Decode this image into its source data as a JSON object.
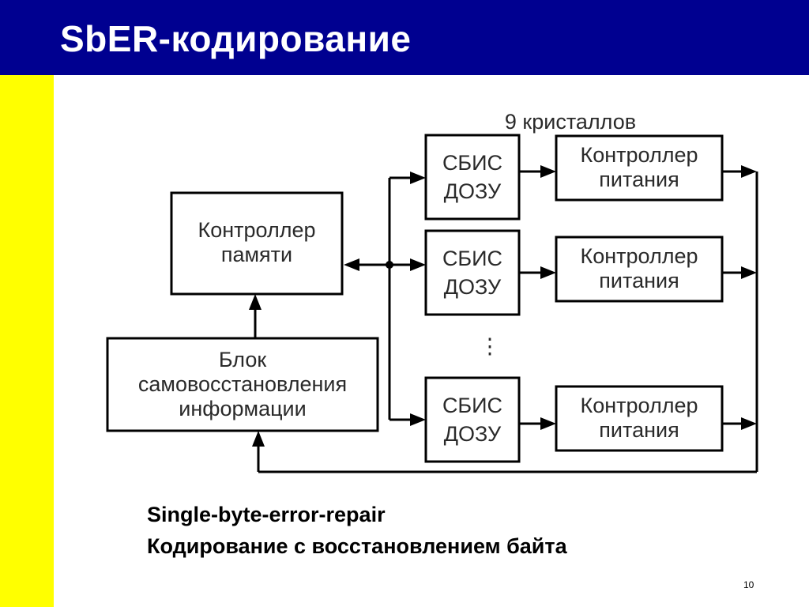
{
  "slide": {
    "title": "SbER-кодирование",
    "page_number": "10",
    "colors": {
      "title_bar": "#000090",
      "title_text": "#ffffff",
      "left_stripe": "#ffff00"
    }
  },
  "diagram": {
    "crystals_label": "9 кристаллов",
    "memory_controller": {
      "line1": "Контроллер",
      "line2": "памяти"
    },
    "recovery_block": {
      "line1": "Блок",
      "line2": "самовосстановления",
      "line3": "информации"
    },
    "sbis": [
      {
        "line1": "СБИС",
        "line2": "ДОЗУ"
      },
      {
        "line1": "СБИС",
        "line2": "ДОЗУ"
      },
      {
        "line1": "СБИС",
        "line2": "ДОЗУ"
      }
    ],
    "power_controllers": [
      {
        "line1": "Контроллер",
        "line2": "питания"
      },
      {
        "line1": "Контроллер",
        "line2": "питания"
      },
      {
        "line1": "Контроллер",
        "line2": "питания"
      }
    ],
    "ellipsis": "⋮"
  },
  "captions": {
    "line1": "Single-byte-error-repair",
    "line2": "Кодирование с восстановлением байта"
  }
}
